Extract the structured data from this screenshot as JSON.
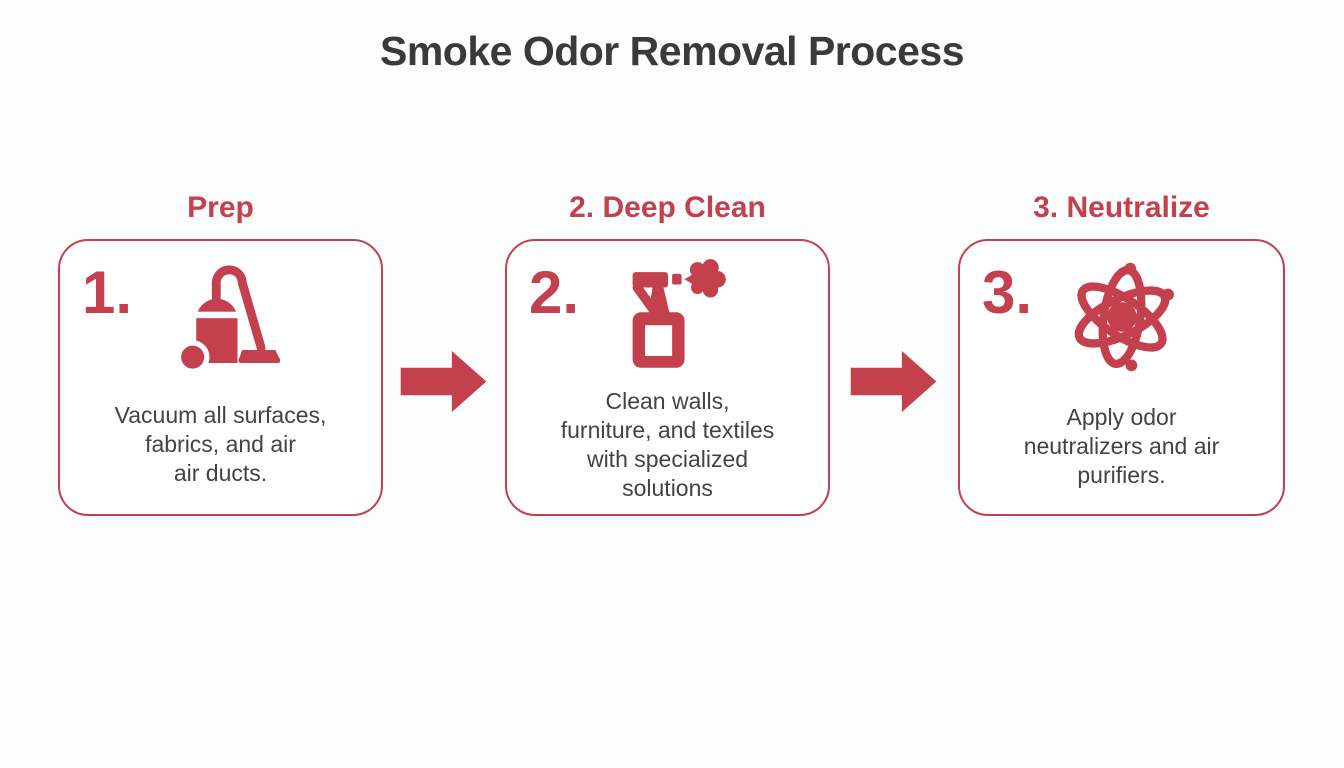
{
  "title": "Smoke Odor Removal Process",
  "colors": {
    "accent": "#c4404d",
    "title_text": "#3a3a3d",
    "body_text": "#434346",
    "background": "#fcfdfd",
    "box_background": "#ffffff"
  },
  "steps": [
    {
      "header": "Prep",
      "number": "1.",
      "icon": "vacuum-icon",
      "description": "Vacuum all surfaces,\nfabrics, and air\nair ducts."
    },
    {
      "header": "2. Deep Clean",
      "number": "2.",
      "icon": "spray-bottle-icon",
      "description": "Clean walls,\nfurniture, and textiles\nwith specialized\nsolutions"
    },
    {
      "header": "3. Neutralize",
      "number": "3.",
      "icon": "atom-icon",
      "description": "Apply odor\nneutralizers and air\npurifiers."
    }
  ],
  "connectors": [
    {
      "icon": "arrow-right-icon"
    },
    {
      "icon": "arrow-right-icon"
    }
  ]
}
